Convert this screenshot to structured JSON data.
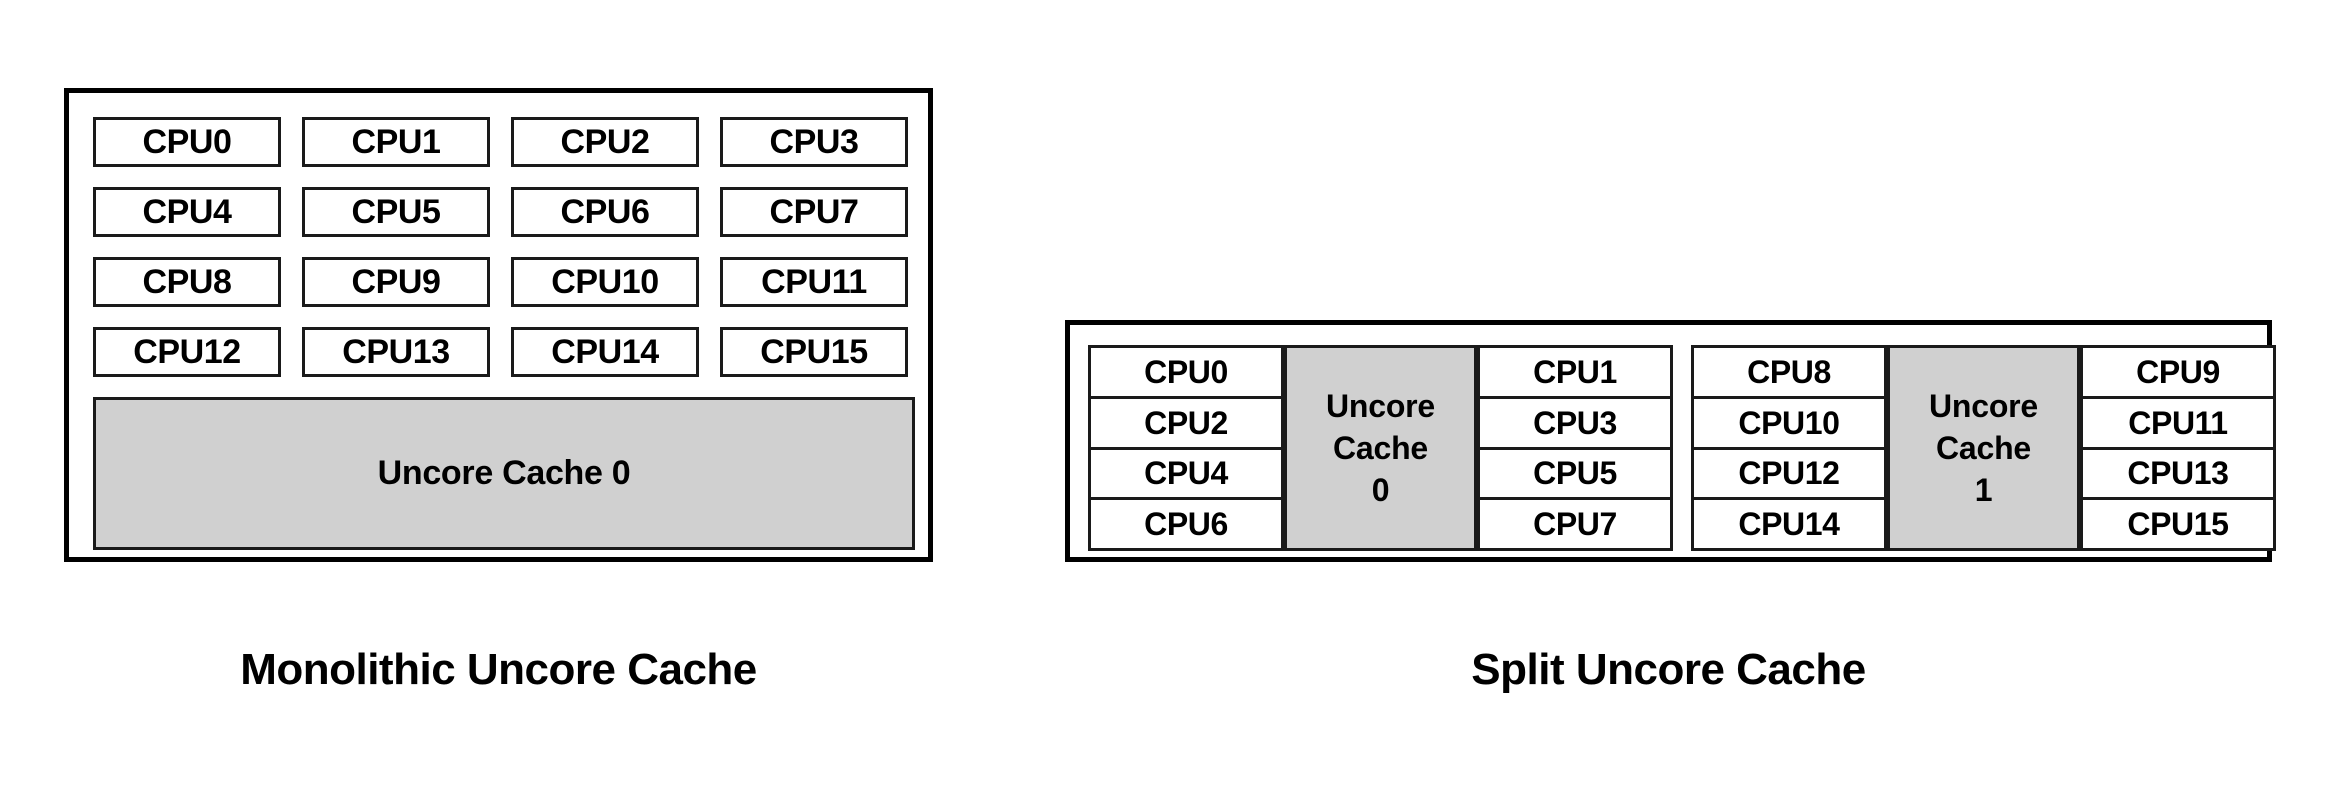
{
  "figures": {
    "monolithic": {
      "caption": "Monolithic Uncore Cache",
      "cpus": [
        "CPU0",
        "CPU1",
        "CPU2",
        "CPU3",
        "CPU4",
        "CPU5",
        "CPU6",
        "CPU7",
        "CPU8",
        "CPU9",
        "CPU10",
        "CPU11",
        "CPU12",
        "CPU13",
        "CPU14",
        "CPU15"
      ],
      "cache_label": "Uncore Cache 0"
    },
    "split": {
      "caption": "Split Uncore Cache",
      "clusters": [
        {
          "left_cpus": [
            "CPU0",
            "CPU2",
            "CPU4",
            "CPU6"
          ],
          "cache_line1": "Uncore",
          "cache_line2": "Cache",
          "cache_line3": "0",
          "right_cpus": [
            "CPU1",
            "CPU3",
            "CPU5",
            "CPU7"
          ]
        },
        {
          "left_cpus": [
            "CPU8",
            "CPU10",
            "CPU12",
            "CPU14"
          ],
          "cache_line1": "Uncore",
          "cache_line2": "Cache",
          "cache_line3": "1",
          "right_cpus": [
            "CPU9",
            "CPU11",
            "CPU13",
            "CPU15"
          ]
        }
      ]
    }
  },
  "colors": {
    "cache_fill": "#d0d0d0",
    "border": "#1a1a1a",
    "background": "#ffffff",
    "text": "#000000"
  }
}
